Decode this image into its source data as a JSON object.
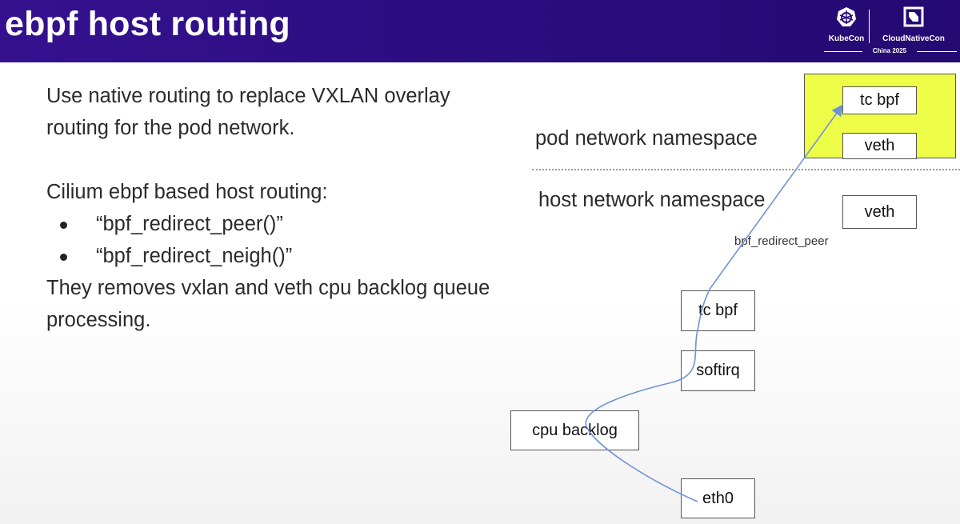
{
  "header": {
    "title": "ebpf host routing"
  },
  "logos": {
    "kubecon": "KubeCon",
    "cloudnativecon": "CloudNativeCon",
    "event": "China 2025"
  },
  "content": {
    "para1": "Use native routing to replace VXLAN overlay routing for the pod network.",
    "para2": "Cilium ebpf based host routing:",
    "bullets": [
      "“bpf_redirect_peer()”",
      "“bpf_redirect_neigh()”"
    ],
    "para3": "They removes vxlan and veth cpu backlog queue processing."
  },
  "diagram": {
    "pod_ns_label": "pod network namespace",
    "host_ns_label": "host network namespace",
    "pod_tc_bpf": "tc bpf",
    "pod_veth": "veth",
    "host_veth": "veth",
    "redirect_label": "bpf_redirect_peer",
    "host_tc_bpf": "tc bpf",
    "softirq": "softirq",
    "cpu_backlog": "cpu backlog",
    "eth0": "eth0",
    "colors": {
      "pod_area": "#eefe48",
      "arrow": "#6d93d6",
      "header": "#2e0f86"
    }
  }
}
